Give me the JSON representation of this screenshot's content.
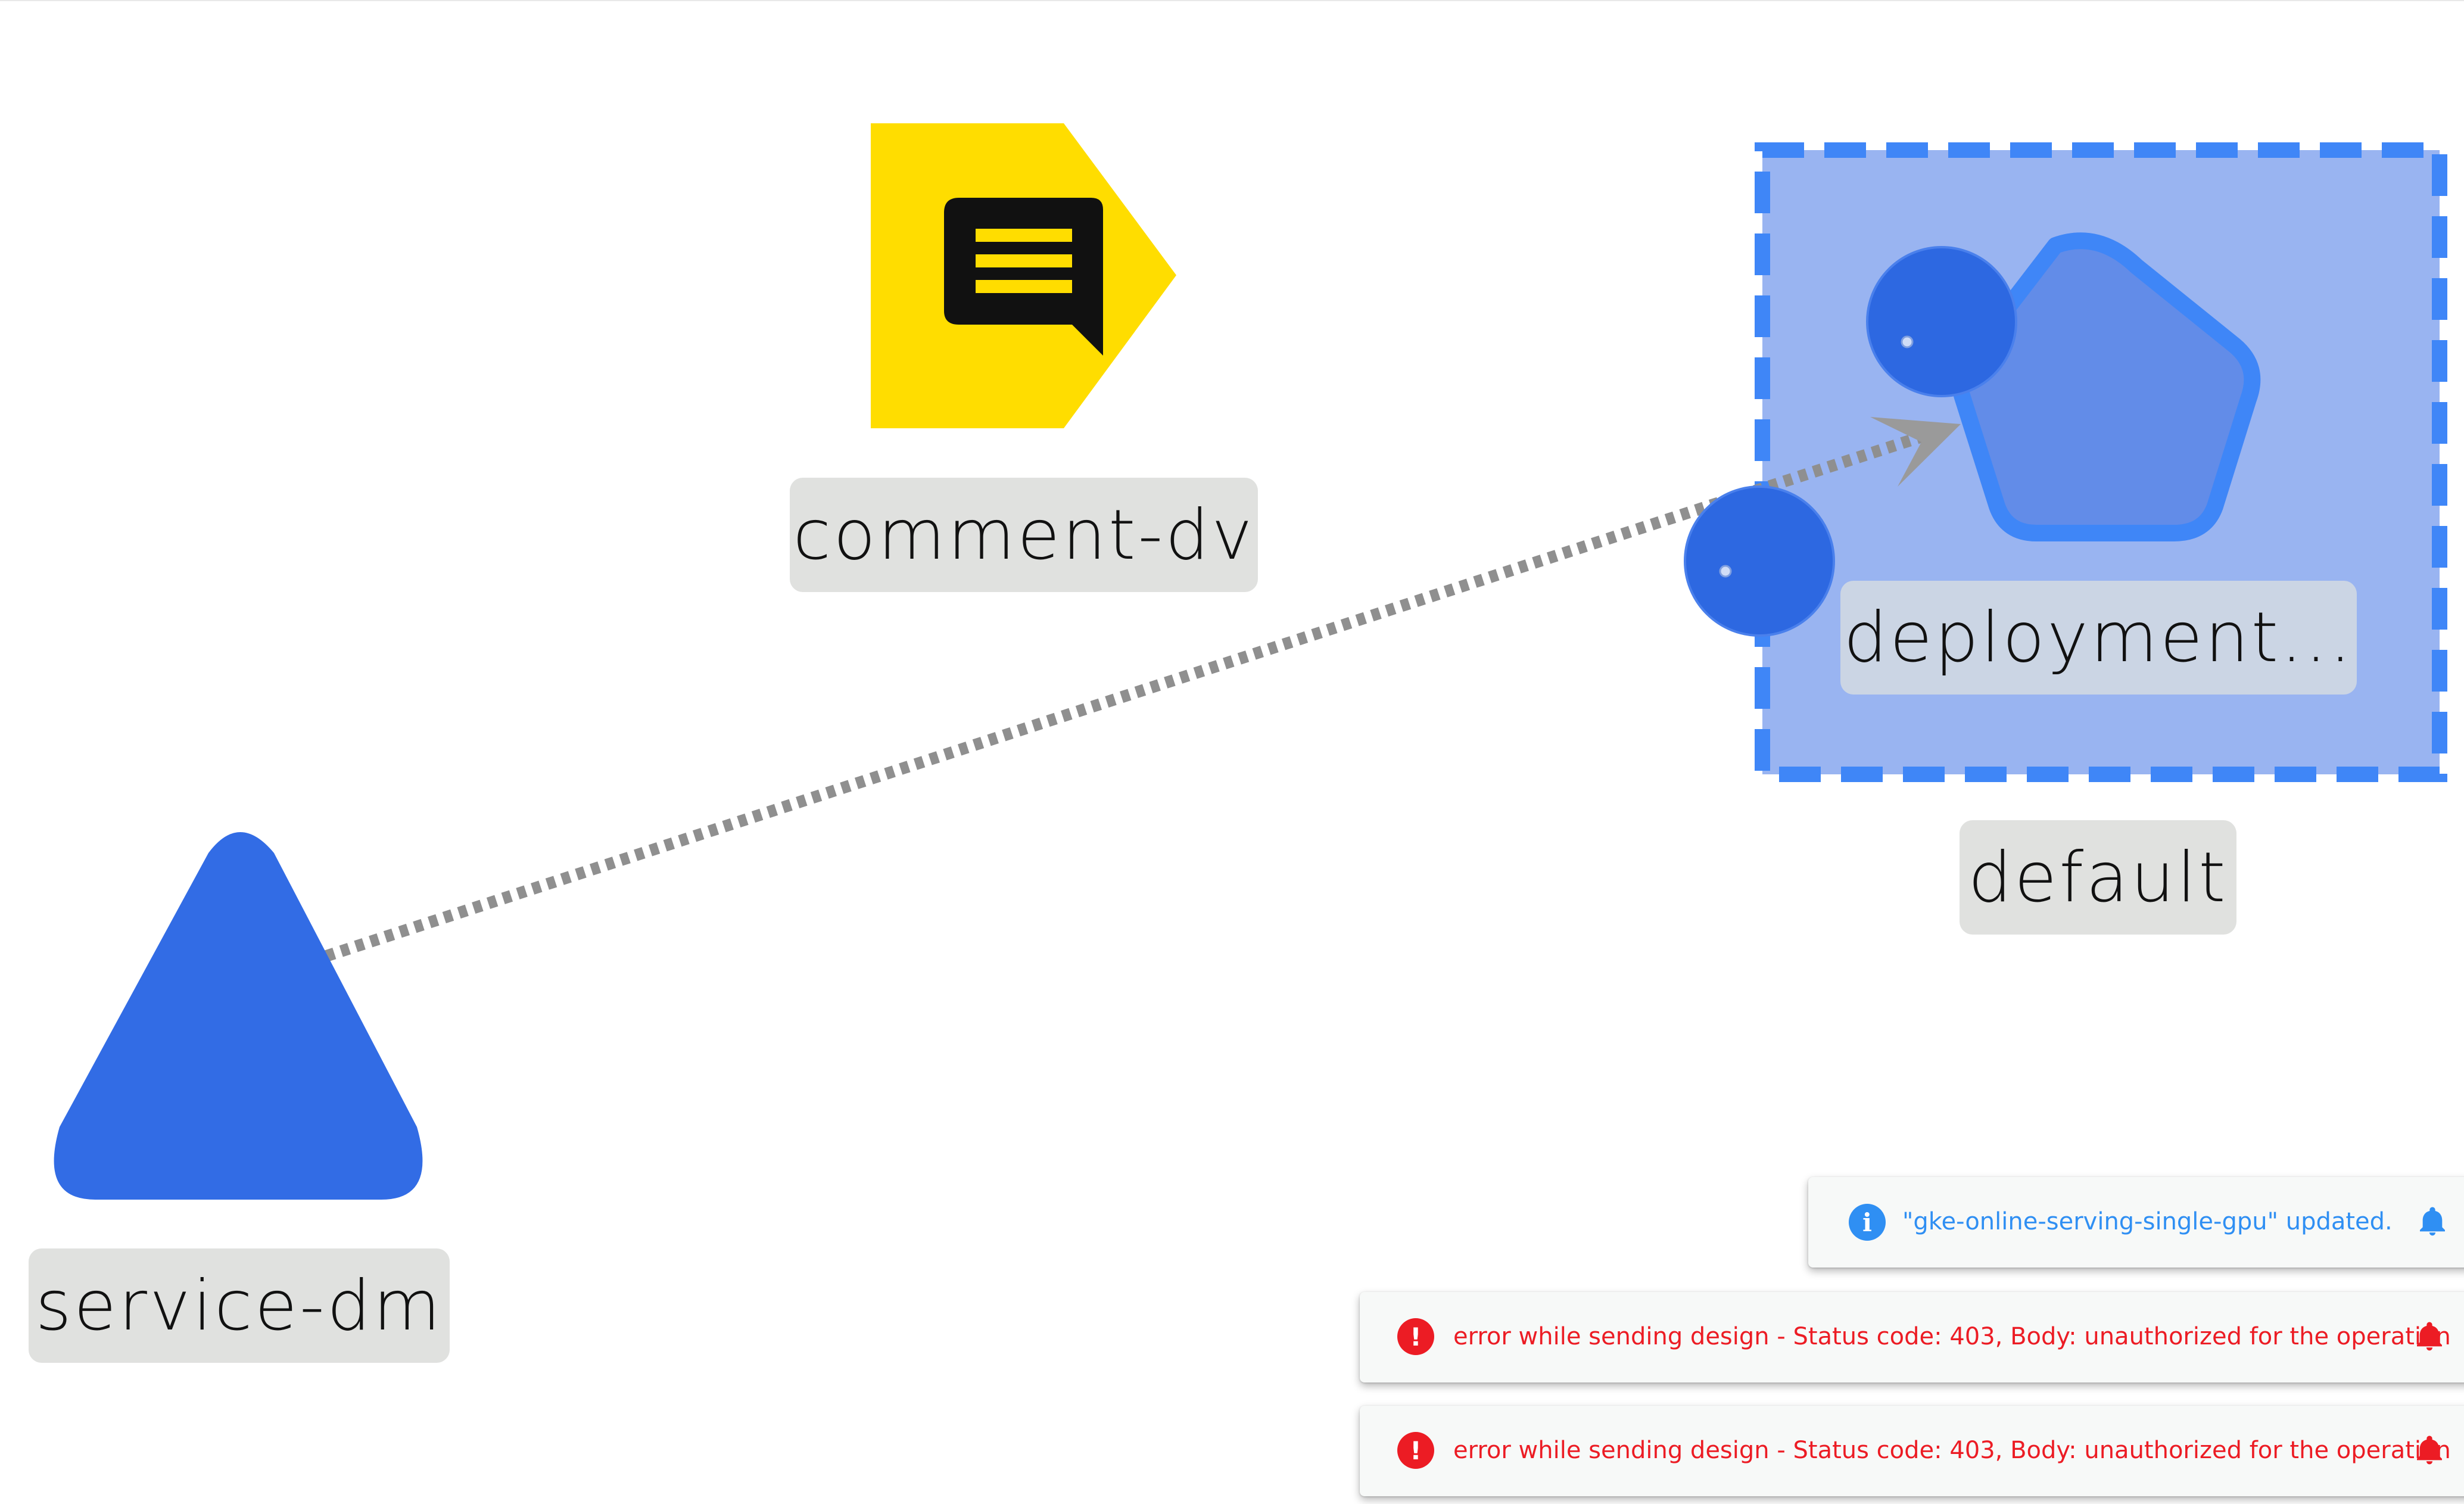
{
  "nodes": {
    "comment": {
      "label": "comment-dv",
      "color": "#ffdd00",
      "icon": "comment-icon"
    },
    "service": {
      "label": "service-dm",
      "color": "#326ce5"
    },
    "deployment": {
      "label": "deployment...",
      "color": "#326ce5"
    },
    "namespace": {
      "label": "default",
      "color": "#3f86f7"
    }
  },
  "edge": {
    "style": "dotted",
    "color": "#8f8f8f",
    "from": "service-dm",
    "to": "deployment..."
  },
  "notifications": [
    {
      "type": "info",
      "icon": "info-icon",
      "message": "\"gke-online-serving-single-gpu\" updated.",
      "color": "#2f8ff3"
    },
    {
      "type": "error",
      "icon": "error-icon",
      "message": "error while sending design - Status code: 403, Body: unauthorized for the operation",
      "color": "#ec1c24"
    },
    {
      "type": "error",
      "icon": "error-icon",
      "message": "error while sending design - Status code: 403, Body: unauthorized for the operation",
      "color": "#ec1c24"
    }
  ]
}
